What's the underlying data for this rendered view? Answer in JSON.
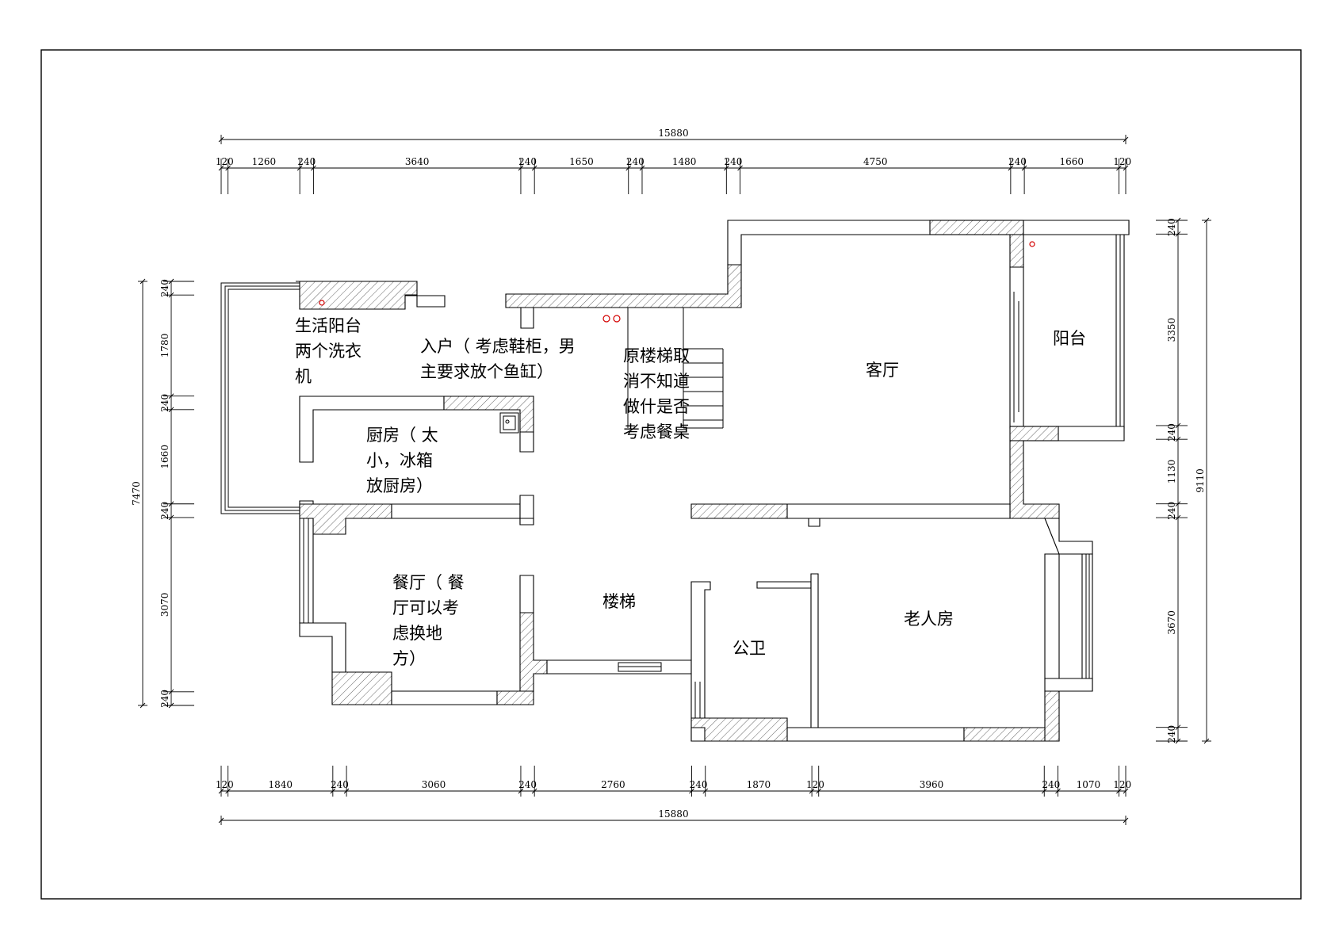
{
  "dimensions": {
    "top_overall": "15880",
    "top_segments": [
      "120",
      "1260",
      "240",
      "3640",
      "240",
      "1650",
      "240",
      "1480",
      "240",
      "4750",
      "240",
      "1660",
      "120"
    ],
    "bottom_overall": "15880",
    "bottom_segments": [
      "120",
      "1840",
      "240",
      "3060",
      "240",
      "2760",
      "240",
      "1870",
      "120",
      "3960",
      "240",
      "1070",
      "120"
    ],
    "left_overall": "7470",
    "left_segments": [
      "240",
      "1780",
      "240",
      "1660",
      "240",
      "3070",
      "240"
    ],
    "right_overall": "9110",
    "right_segments": [
      "240",
      "3350",
      "240",
      "1130",
      "240",
      "3670",
      "240"
    ]
  },
  "rooms": {
    "living_balcony": [
      "生活阳台",
      "两个洗衣",
      "机"
    ],
    "entrance": [
      "入户（ 考虑鞋柜，男",
      "主要求放个鱼缸）"
    ],
    "old_stair": [
      "原楼梯取",
      "消不知道",
      "做什是否",
      "考虑餐桌"
    ],
    "living_room": [
      "客厅"
    ],
    "balcony": [
      "阳台"
    ],
    "kitchen": [
      "厨房（ 太",
      "小，冰箱",
      "放厨房）"
    ],
    "dining": [
      "餐厅（ 餐",
      "厅可以考",
      "虑换地",
      "方）"
    ],
    "stairs": [
      "楼梯"
    ],
    "bathroom": [
      "公卫"
    ],
    "elder_room": [
      "老人房"
    ]
  },
  "colors": {
    "line": "#000000",
    "hatch": "#555555",
    "marker": "#d40000"
  }
}
